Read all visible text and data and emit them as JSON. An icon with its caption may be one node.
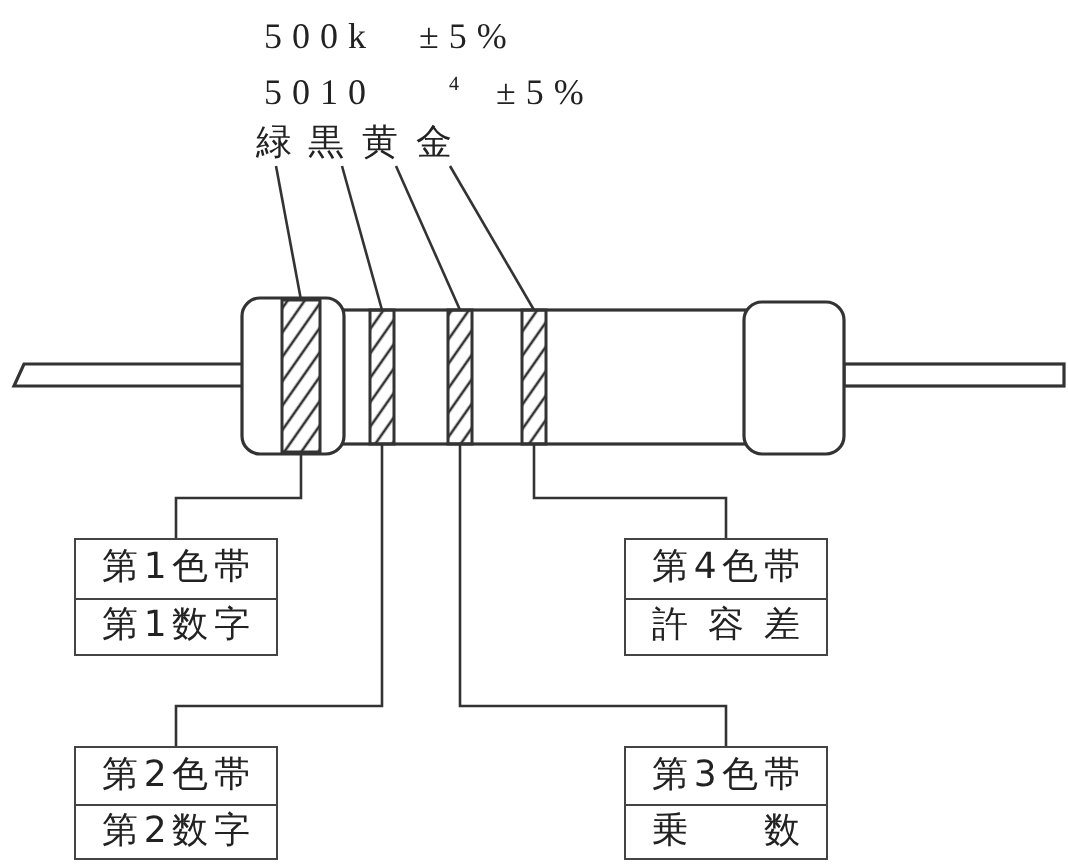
{
  "diagram": {
    "nodes": [
      {
        "text": [
          "緑"
        ]
      },
      {
        "text": [
          "黒"
        ]
      },
      {
        "text": [
          "黄"
        ]
      },
      {
        "text": [
          "金"
        ]
      },
      {
        "text": [],
        "shape": "bar"
      },
      {
        "text": [],
        "shape": "bar"
      },
      {
        "text": [],
        "shape": "bar"
      },
      {
        "text": [],
        "shape": "bar"
      },
      {
        "text": [
          "第1色帯",
          "第1数字"
        ]
      },
      {
        "text": [
          "第4色帯",
          "許容差"
        ]
      },
      {
        "text": [
          "第2色帯",
          "第2数字"
        ]
      },
      {
        "text": [
          "第3色帯",
          "乗数"
        ]
      }
    ],
    "edges": [
      {
        "from": 0,
        "to": 4,
        "arrow": "none"
      },
      {
        "from": 1,
        "to": 5,
        "arrow": "none"
      },
      {
        "from": 2,
        "to": 6,
        "arrow": "none"
      },
      {
        "from": 3,
        "to": 7,
        "arrow": "none"
      },
      {
        "from": 4,
        "to": 8,
        "arrow": "none"
      },
      {
        "from": 7,
        "to": 9,
        "arrow": "none"
      },
      {
        "from": 5,
        "to": 10,
        "arrow": "none"
      },
      {
        "from": 6,
        "to": 11,
        "arrow": "none"
      }
    ],
    "labels": [
      "500k ±5%",
      "5010 $^{4}$ ±5%"
    ]
  }
}
